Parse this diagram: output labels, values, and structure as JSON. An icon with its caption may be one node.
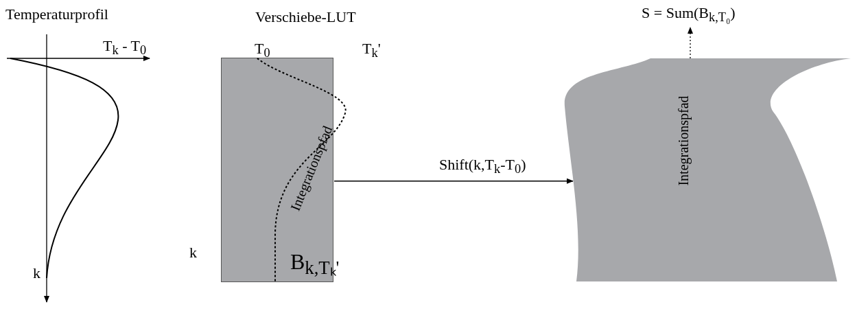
{
  "diagram": {
    "nodes": [
      {
        "text": [
          "Integrationspfad",
          "B$_{k,Tₖ'}$"
        ]
      },
      {
        "text": [
          "Integrationspfad"
        ]
      },
      {
        "text": [
          "S = Sum(B$_{k,T₀}$)"
        ]
      }
    ],
    "edges": [
      {
        "from": 0,
        "to": 1,
        "arrow": "to",
        "label": "Shift(k,T$_{k}$-T$_{0}$)"
      },
      {
        "from": 1,
        "to": 2,
        "arrow": "to",
        "style": "dashed"
      }
    ],
    "labels": [
      "Temperaturprofil",
      "Verschiebe-LUT",
      "T$_{k}$ - T$_{0}$",
      "T$_{0}$",
      "T$_{k}$'",
      "k",
      "k"
    ]
  }
}
